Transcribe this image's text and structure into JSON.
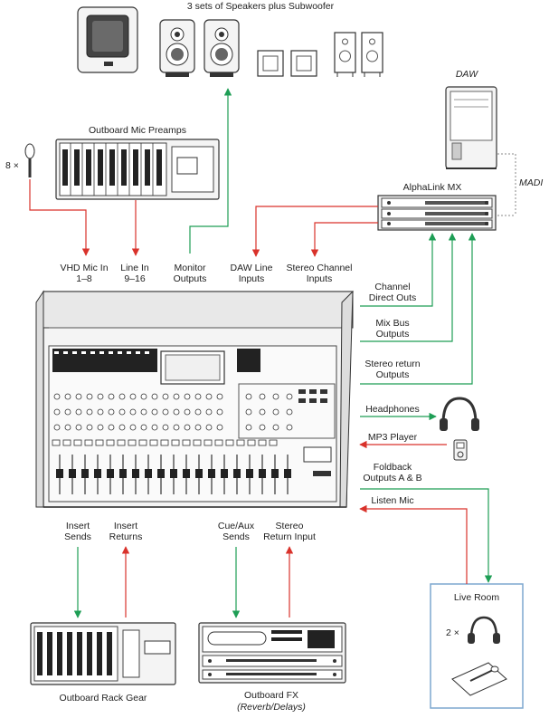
{
  "labels": {
    "speakers": "3 sets of Speakers plus Subwoofer",
    "daw": "DAW",
    "madi": "MADI",
    "outboard_mic_preamps": "Outboard Mic Preamps",
    "mic_count": "8 ×",
    "alphalink": "AlphaLink MX",
    "vhd_mic_in": [
      "VHD Mic In",
      "1–8"
    ],
    "line_in": [
      "Line In",
      "9–16"
    ],
    "monitor_outputs": [
      "Monitor",
      "Outputs"
    ],
    "daw_line_inputs": [
      "DAW Line",
      "Inputs"
    ],
    "stereo_channel_inputs": [
      "Stereo Channel",
      "Inputs"
    ],
    "channel_direct_outs": [
      "Channel",
      "Direct Outs"
    ],
    "mix_bus_outputs": [
      "Mix Bus",
      "Outputs"
    ],
    "stereo_return_outputs": [
      "Stereo return",
      "Outputs"
    ],
    "headphones": "Headphones",
    "mp3_player": "MP3 Player",
    "foldback": [
      "Foldback",
      "Outputs A & B"
    ],
    "listen_mic": "Listen Mic",
    "insert_sends": [
      "Insert",
      "Sends"
    ],
    "insert_returns": [
      "Insert",
      "Returns"
    ],
    "cue_aux_sends": [
      "Cue/Aux",
      "Sends"
    ],
    "stereo_return_input": [
      "Stereo",
      "Return Input"
    ],
    "live_room": "Live Room",
    "live_room_count": "2 ×",
    "outboard_rack_gear": "Outboard Rack Gear",
    "outboard_fx": "Outboard FX",
    "outboard_fx_sub": "(Reverb/Delays)"
  },
  "colors": {
    "red_arrow": "#d9322b",
    "green_arrow": "#1e9e55",
    "live_room_border": "#7da7cf",
    "outline": "#333333"
  }
}
